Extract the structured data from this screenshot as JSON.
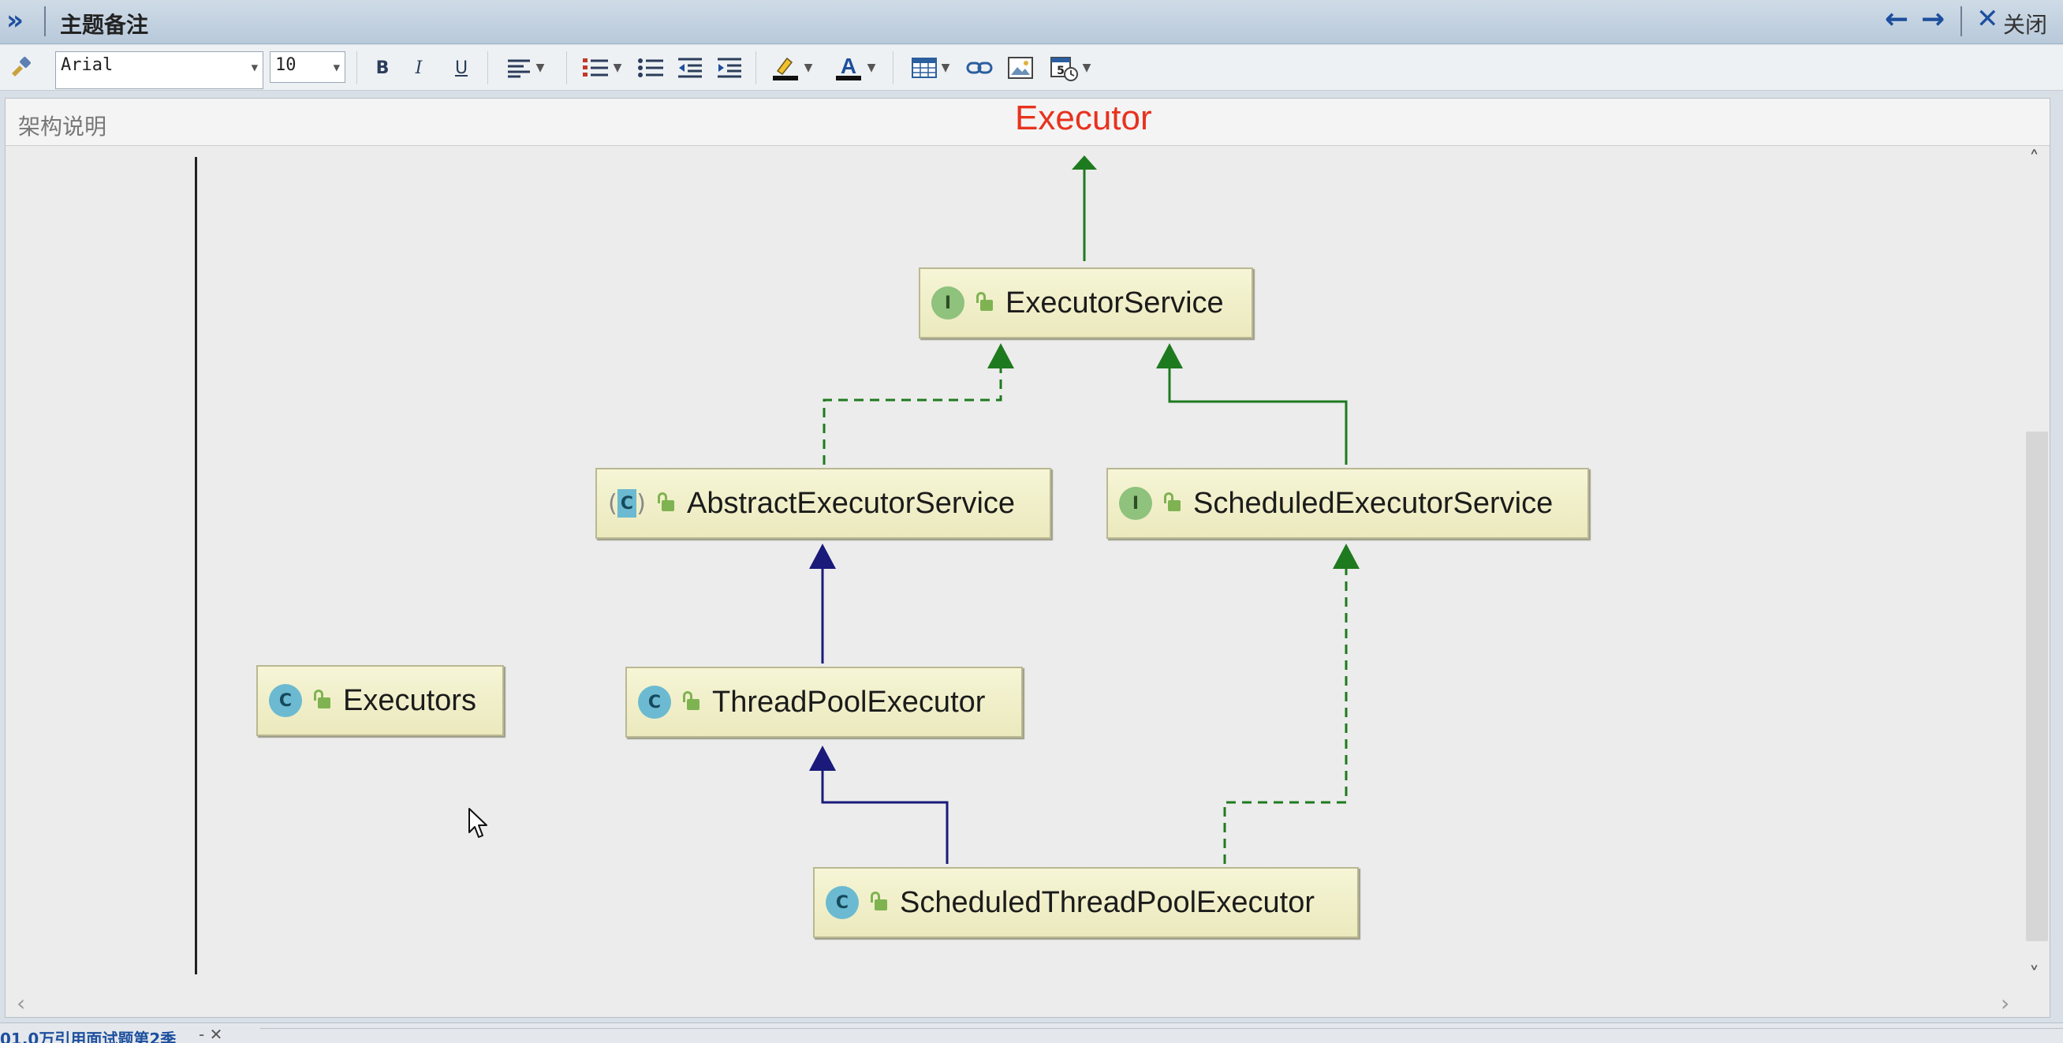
{
  "titlebar": {
    "expand_icon": "double-chevron-right-icon",
    "title": "主题备注",
    "back_icon": "arrow-left-icon",
    "forward_icon": "arrow-right-icon",
    "close_label": "关闭"
  },
  "toolbar": {
    "font_family": "Arial",
    "font_size": "10",
    "bold_label": "B",
    "italic_label": "I",
    "underline_label": "U"
  },
  "note": {
    "title": "架构说明"
  },
  "diagram": {
    "top_label": "Executor",
    "nodes": {
      "executor_service": {
        "label": "ExecutorService",
        "kind": "interface",
        "badge": "I"
      },
      "abstract_executor_service": {
        "label": "AbstractExecutorService",
        "kind": "abstract-class",
        "badge": "C"
      },
      "scheduled_executor_service": {
        "label": "ScheduledExecutorService",
        "kind": "interface",
        "badge": "I"
      },
      "executors": {
        "label": "Executors",
        "kind": "class",
        "badge": "C"
      },
      "thread_pool_executor": {
        "label": "ThreadPoolExecutor",
        "kind": "class",
        "badge": "C"
      },
      "scheduled_thread_pool_executor": {
        "label": "ScheduledThreadPoolExecutor",
        "kind": "class",
        "badge": "C"
      }
    },
    "edges": [
      {
        "from": "ExecutorService",
        "to": "Executor",
        "type": "extends-interface"
      },
      {
        "from": "AbstractExecutorService",
        "to": "ExecutorService",
        "type": "implements"
      },
      {
        "from": "ScheduledExecutorService",
        "to": "ExecutorService",
        "type": "extends-interface"
      },
      {
        "from": "ThreadPoolExecutor",
        "to": "AbstractExecutorService",
        "type": "extends"
      },
      {
        "from": "ScheduledThreadPoolExecutor",
        "to": "ThreadPoolExecutor",
        "type": "extends"
      },
      {
        "from": "ScheduledThreadPoolExecutor",
        "to": "ScheduledExecutorService",
        "type": "implements"
      }
    ],
    "colors": {
      "interface_edge": "#1e7a1e",
      "class_edge": "#1a1a7a",
      "top_label": "#e8321e"
    }
  },
  "bottom_tab": {
    "label": "01.0万引用面试题第2季"
  }
}
